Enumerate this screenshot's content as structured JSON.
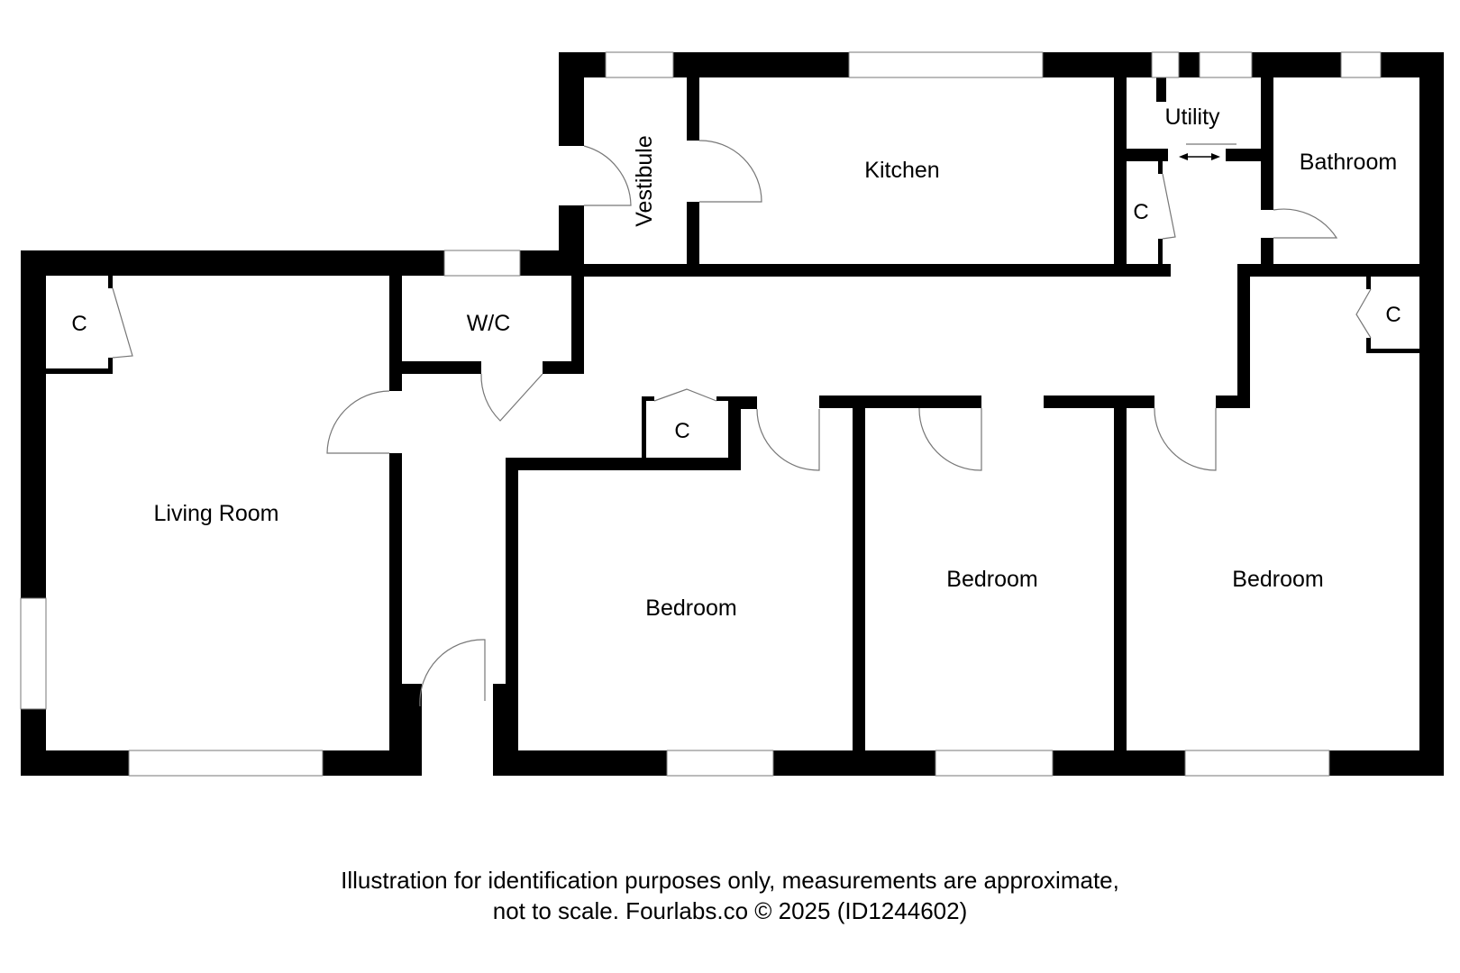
{
  "floorplan": {
    "rooms": {
      "living_room": "Living Room",
      "wc": "W/C",
      "vestibule": "Vestibule",
      "kitchen": "Kitchen",
      "utility": "Utility",
      "bathroom": "Bathroom",
      "bedroom_1": "Bedroom",
      "bedroom_2": "Bedroom",
      "bedroom_3": "Bedroom"
    },
    "cupboards": {
      "living_room_cupboard": "C",
      "hall_cupboard": "C",
      "utility_cupboard": "C",
      "bedroom_3_cupboard": "C"
    },
    "colors": {
      "wall": "#000000",
      "background": "#ffffff",
      "lines": "#777777"
    }
  },
  "caption": {
    "line1": "Illustration for identification purposes only, measurements are approximate,",
    "line2": "not to scale. Fourlabs.co © 2025 (ID1244602)"
  }
}
